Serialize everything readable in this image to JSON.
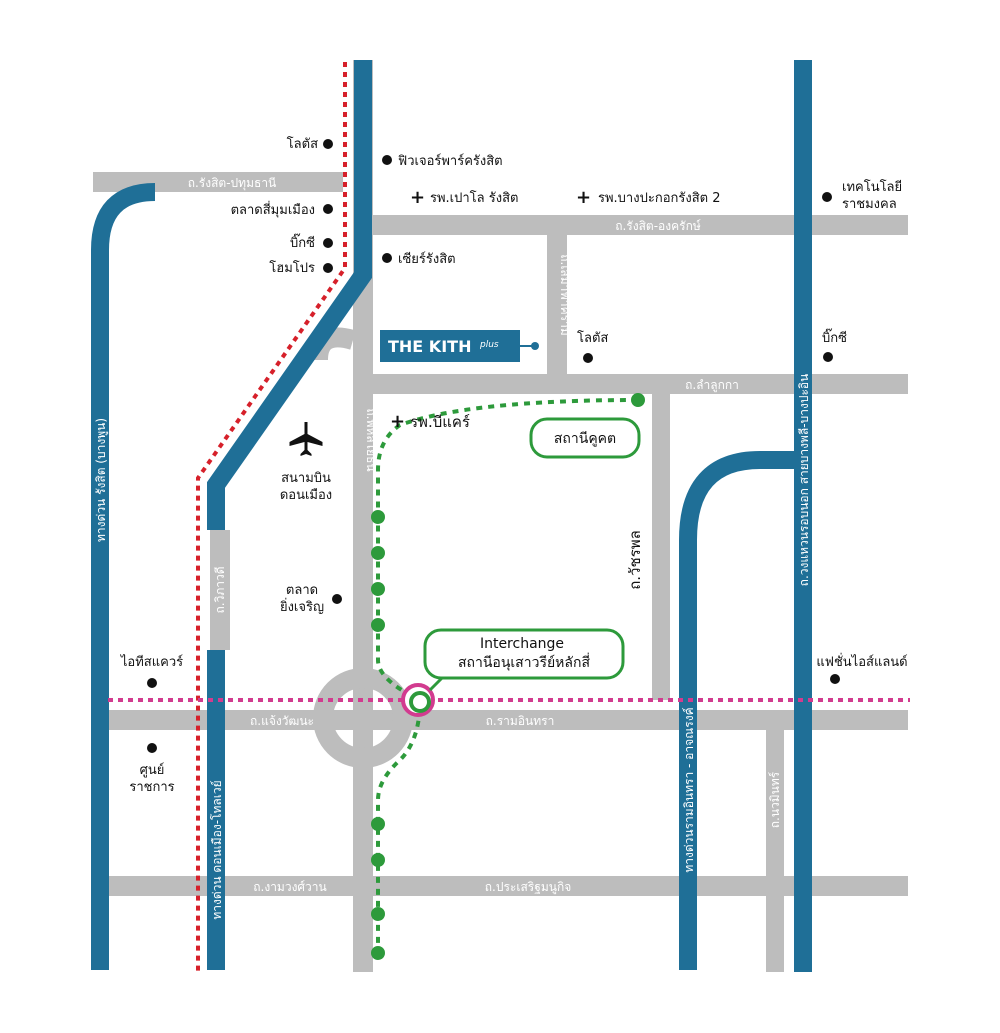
{
  "colors": {
    "road": "#bdbdbd",
    "expressway": "#1f6f97",
    "red_line": "#d6202a",
    "pink_line": "#d23b8f",
    "green_line": "#2d9a3b",
    "logo_bg": "#1f6f97"
  },
  "roads": {
    "rangsit_pathum": "ถ.รังสิต-ปทุมธานี",
    "rangsit_ongkarak": "ถ.รังสิต-องครักษ์",
    "lam_luk_ka": "ถ.ลำลูกกา",
    "phahonyothin": "ถ.พหลโยธิน",
    "sena_kham_rang": "ถ.เสมาฟ้าคราม",
    "vibhavadi": "ถ.วิภาวดี",
    "chaeng_watthana": "ถ.แจ้งวัฒนะ",
    "ram_inthra": "ถ.รามอินทรา",
    "watcharaphon": "ถ.วัชรพล",
    "ngam_wong_wan": "ถ.งามวงศ์วาน",
    "prasert_manukit": "ถ.ประเสริฐมนูกิจ",
    "nawamin": "ถ.นวมินทร์"
  },
  "expressways": {
    "left": "ทางด่วน รังสิต (บางพูน)",
    "don_mueang": "ทางด่วน ดอนเมือง-โทลเวย์",
    "ram_inthra_at": "ทางด่วนรามอินทรา - อาจณรงค์",
    "outer_ring": "ถ.วงแหวนรอบนอก สายบางพลี-บางปะอิน"
  },
  "pois": {
    "lotus_1": "โลตัส",
    "future_park": "ฟิวเจอร์พาร์ครังสิต",
    "talad_si_mum": "ตลาดสี่มุมเมือง",
    "big_c_1": "บิ๊กซี",
    "homepro": "โฮมโปร",
    "hospital_paolo": "รพ.เปาโล รังสิต",
    "hospital_bangpakok": "รพ.บางปะกอกรังสิต 2",
    "rmutt": "เทคโนโลยีราชมงคล",
    "zeer": "เซียร์รังสิต",
    "lotus_2": "โลตัส",
    "big_c_2": "บิ๊กซี",
    "hospital_bcare": "รพ.บีแคร์",
    "airport": "สนามบินดอนเมือง",
    "talad_ying_charoen": "ตลาดยิ่งเจริญ",
    "it_square": "ไอทีสแควร์",
    "fashion_island": "แฟชั่นไอส์แลนด์",
    "govt_center": "ศูนย์ราชการ"
  },
  "stations": {
    "khu_khot": "สถานีคูคต",
    "interchange_en": "Interchange",
    "interchange_th": "สถานีอนุเสาวรีย์หลักสี่"
  },
  "logo": {
    "name": "THE KITH",
    "suffix": "plus"
  },
  "icons": {
    "hospital": "cross-icon",
    "airport": "airplane-icon",
    "poi": "dot-icon"
  }
}
